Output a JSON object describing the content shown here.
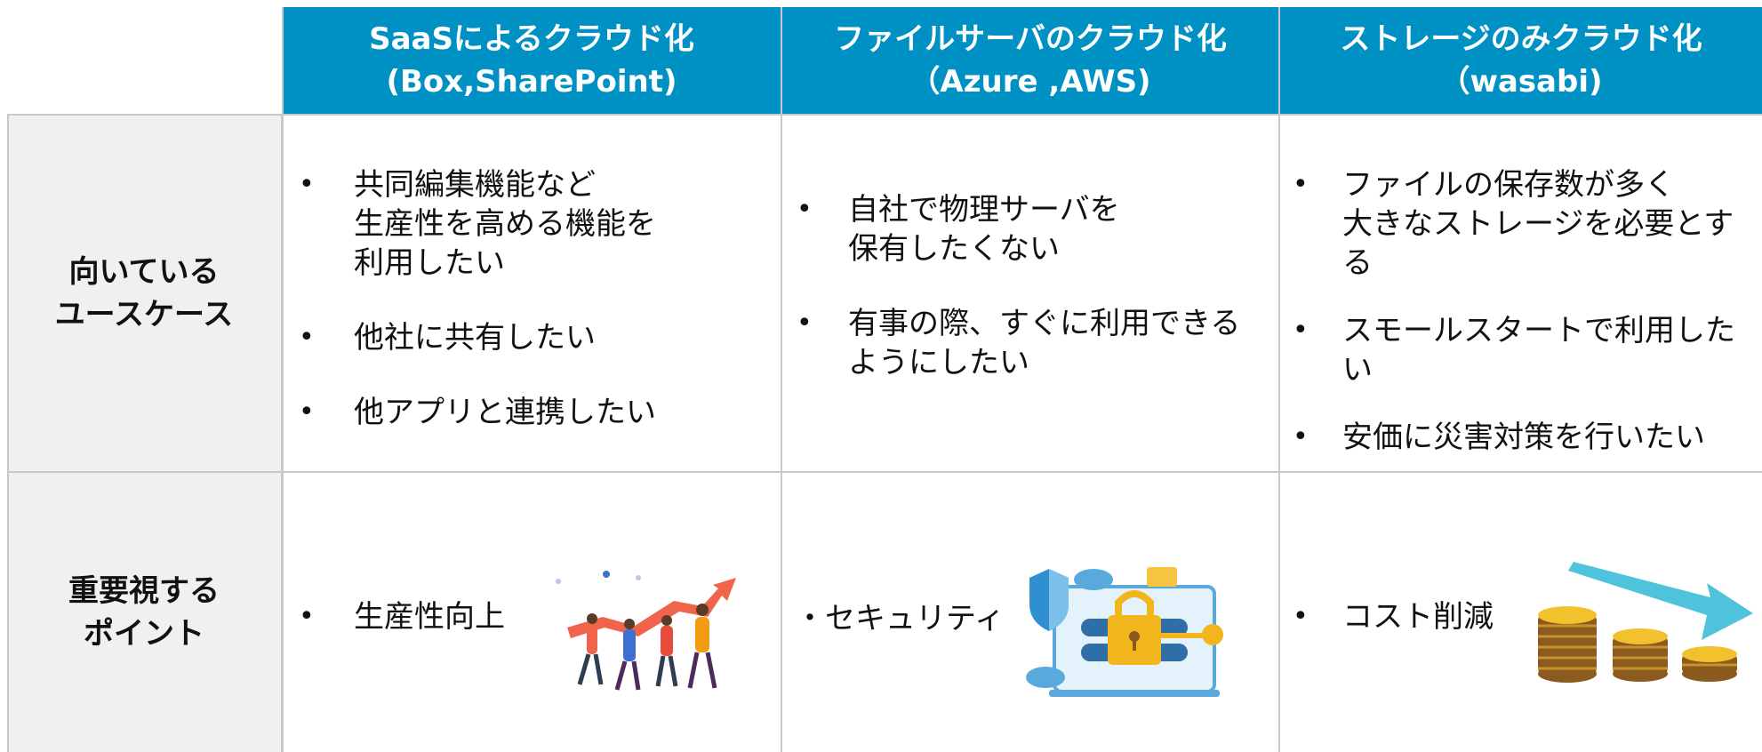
{
  "header": {
    "col1": {
      "line1": "SaaSによるクラウド化",
      "line2": "(Box,SharePoint)"
    },
    "col2": {
      "line1": "ファイルサーバのクラウド化",
      "line2": "（Azure ,AWS)"
    },
    "col3": {
      "line1": "ストレージのみクラウド化",
      "line2": "（wasabi)"
    }
  },
  "rows": {
    "usecase": {
      "label_line1": "向いている",
      "label_line2": "ユースケース",
      "col1": [
        "共同編集機能など\n生産性を高める機能を\n利用したい",
        "他社に共有したい",
        "他アプリと連携したい"
      ],
      "col2": [
        "自社で物理サーバを\n保有したくない",
        "有事の際、すぐに利用できる\nようにしたい"
      ],
      "col3": [
        "ファイルの保存数が多く\n大きなストレージを必要とする",
        "スモールスタートで利用したい",
        "安価に災害対策を行いたい"
      ]
    },
    "points": {
      "label_line1": "重要視する",
      "label_line2": "ポイント",
      "col1": "生産性向上",
      "col2": "・セキュリティ",
      "col3": "コスト削減"
    }
  },
  "bullet": "•",
  "colors": {
    "header_bg": "#0091c4",
    "label_bg": "#f0f0f0",
    "grid": "#c9c9c9",
    "arrow_red": "#f0644b",
    "coin_gold": "#f2c12e",
    "coin_rim": "#8a5a1e",
    "cyan_arrow": "#4fc3dc",
    "shield_blue": "#2f8fd0"
  },
  "icons": {
    "col1_illustration": "growth-team-illustration",
    "col2_illustration": "security-lock-illustration",
    "col3_illustration": "coins-cost-down-illustration"
  }
}
